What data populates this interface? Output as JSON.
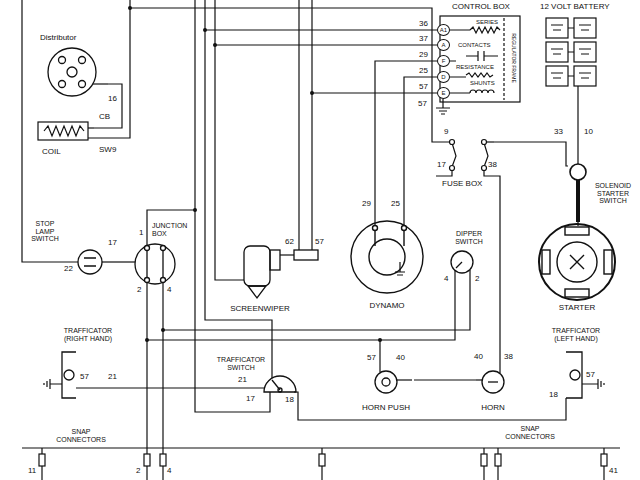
{
  "diagram": {
    "nodes": [
      {
        "text": [
          "Distributor"
        ]
      },
      {
        "text": [
          "CONTROL BOX"
        ]
      },
      {
        "text": [
          "A1"
        ],
        "in": 1
      },
      {
        "text": [
          "A"
        ],
        "in": 1
      },
      {
        "text": [
          "F"
        ],
        "in": 1
      },
      {
        "text": [
          "D"
        ],
        "in": 1
      },
      {
        "text": [
          "E"
        ],
        "in": 1
      },
      {
        "text": [
          "12 VOLT BATTERY"
        ]
      },
      {
        "text": [
          "COIL"
        ]
      },
      {
        "text": [
          "FUSE BOX"
        ]
      },
      {
        "text": [
          "SOLENOID STARTER SWITCH"
        ]
      },
      {
        "text": [
          "STOP LAMP SWITCH"
        ]
      },
      {
        "text": [
          "JUNCTION BOX"
        ]
      },
      {
        "text": [
          "SCREENWIPER"
        ]
      },
      {
        "text": [
          "DYNAMO"
        ]
      },
      {
        "text": [
          "DIPPER SWITCH"
        ]
      },
      {
        "text": [
          "STARTER"
        ]
      },
      {
        "text": [
          "TRAFFICATOR (RIGHT HAND)"
        ]
      },
      {
        "text": [
          "TRAFFICATOR SWITCH"
        ]
      },
      {
        "text": [
          "HORN PUSH"
        ]
      },
      {
        "text": [
          "HORN"
        ]
      },
      {
        "text": [
          "TRAFFICATOR (LEFT HAND)"
        ]
      }
    ],
    "edges": [
      {
        "from": 0,
        "to": 8,
        "arrow": "none"
      },
      {
        "from": 14,
        "to": 4,
        "arrow": "none"
      },
      {
        "from": 14,
        "to": 5,
        "arrow": "none"
      },
      {
        "from": 7,
        "to": 10,
        "arrow": "none"
      },
      {
        "from": 9,
        "to": 10,
        "arrow": "none"
      },
      {
        "from": 10,
        "to": 16,
        "arrow": "none"
      },
      {
        "from": 19,
        "to": 20,
        "arrow": "none"
      },
      {
        "from": 18,
        "to": 17,
        "arrow": "none"
      },
      {
        "from": 18,
        "to": 21,
        "arrow": "none"
      },
      {
        "from": 11,
        "to": 12,
        "arrow": "none"
      }
    ],
    "labels": [
      "16",
      "CB",
      "SW9",
      "36",
      "37",
      "29",
      "25",
      "57",
      "57",
      "SERIES",
      "CONTACTS",
      "RESISTANCE",
      "SHUNTS",
      "REGULATOR FRAME",
      "9",
      "33",
      "10",
      "17",
      "38",
      "29",
      "25",
      "62",
      "57",
      "1",
      "2",
      "4",
      "17",
      "22",
      "4",
      "2",
      "57",
      "21",
      "57",
      "18",
      "21",
      "17",
      "18",
      "57",
      "40",
      "40",
      "38",
      "SNAP CONNECTORS",
      "SNAP CONNECTORS",
      "11",
      "2",
      "4",
      "41"
    ]
  }
}
